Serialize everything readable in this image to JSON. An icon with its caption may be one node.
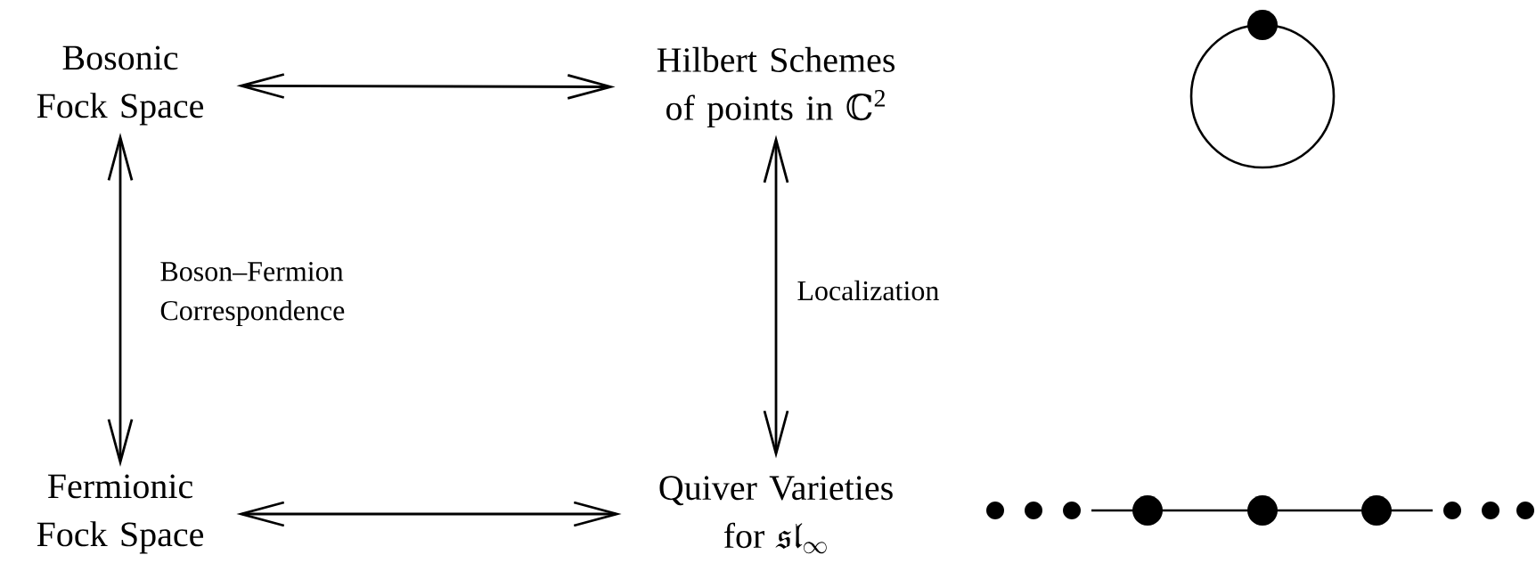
{
  "diagram": {
    "nodes": [
      {
        "text": [
          "Bosonic Fock Space"
        ]
      },
      {
        "text": [
          "Hilbert Schemes of points in ℂ$^{2}$"
        ]
      },
      {
        "text": [
          "Fermionic Fock Space"
        ]
      },
      {
        "text": [
          "\\begin{array}{c}\\text{Quiver Varieties}\\\\ \\text{for }\\mathfrak{sl}_{\\infty}\\end{array}"
        ]
      }
    ],
    "edges": [
      {
        "from": 0,
        "to": 1,
        "arrow": "both"
      },
      {
        "from": 0,
        "to": 2,
        "arrow": "both",
        "label": "Boson–Fermion Correspondence"
      },
      {
        "from": 1,
        "to": 3,
        "arrow": "both",
        "label": "Localization"
      },
      {
        "from": 2,
        "to": 3,
        "arrow": "both"
      }
    ]
  }
}
